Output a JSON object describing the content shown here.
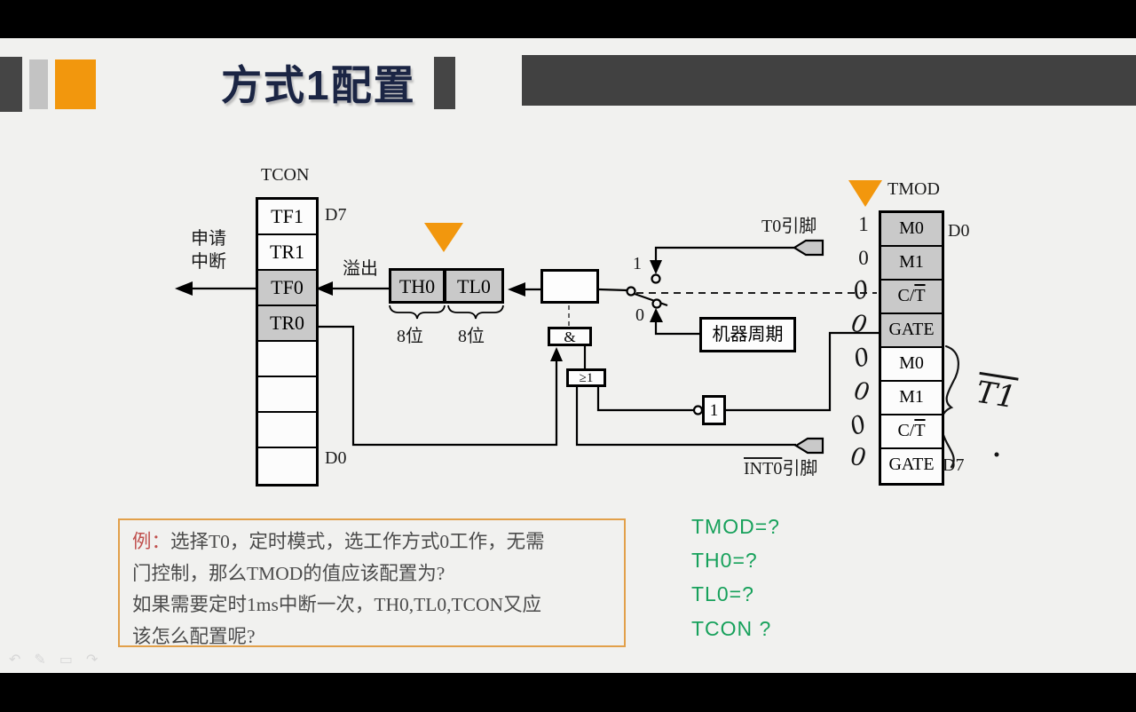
{
  "slide": {
    "title": "方式1配置"
  },
  "tcon": {
    "label": "TCON",
    "d7": "D7",
    "d0": "D0",
    "cells": [
      "TF1",
      "TR1",
      "TF0",
      "TR0",
      "",
      "",
      "",
      ""
    ],
    "interrupt_line1": "申请",
    "interrupt_line2": "中断",
    "overflow": "溢出"
  },
  "counter": {
    "th0": "TH0",
    "tl0": "TL0",
    "th0_bits": "8位",
    "tl0_bits": "8位"
  },
  "gates": {
    "and": "&",
    "or": "≥1",
    "not": "1"
  },
  "machine_cycle": "机器周期",
  "selector": {
    "one": "1",
    "zero": "0"
  },
  "pins": {
    "t0": "T0引脚",
    "int0_bar": "INT0",
    "int0_rest": "引脚"
  },
  "tmod": {
    "label": "TMOD",
    "d0": "D0",
    "d7": "D7",
    "cells": [
      {
        "t": "M0",
        "bar": ""
      },
      {
        "t": "M1",
        "bar": ""
      },
      {
        "t": "C/",
        "bar": "T"
      },
      {
        "t": "GATE",
        "bar": ""
      },
      {
        "t": "M0",
        "bar": ""
      },
      {
        "t": "M1",
        "bar": ""
      },
      {
        "t": "C/",
        "bar": "T"
      },
      {
        "t": "GATE",
        "bar": ""
      }
    ],
    "annotations": [
      "1",
      "0",
      "0",
      "0",
      "0",
      "0",
      "0",
      "0"
    ],
    "handwritten_timer_label": "T1"
  },
  "example": {
    "prefix": "例：",
    "line1": "选择T0，定时模式，选工作方式0工作，无需",
    "line2": "门控制，那么TMOD的值应该配置为?",
    "line3": "如果需要定时1ms中断一次，TH0,TL0,TCON又应",
    "line4": "该怎么配置呢?"
  },
  "answers": [
    "TMOD=?",
    "TH0=?",
    "TL0=?",
    "TCON ?"
  ],
  "controls": [
    {
      "glyph": "↶"
    },
    {
      "glyph": "✎"
    },
    {
      "glyph": "▭"
    },
    {
      "glyph": "↷"
    }
  ]
}
